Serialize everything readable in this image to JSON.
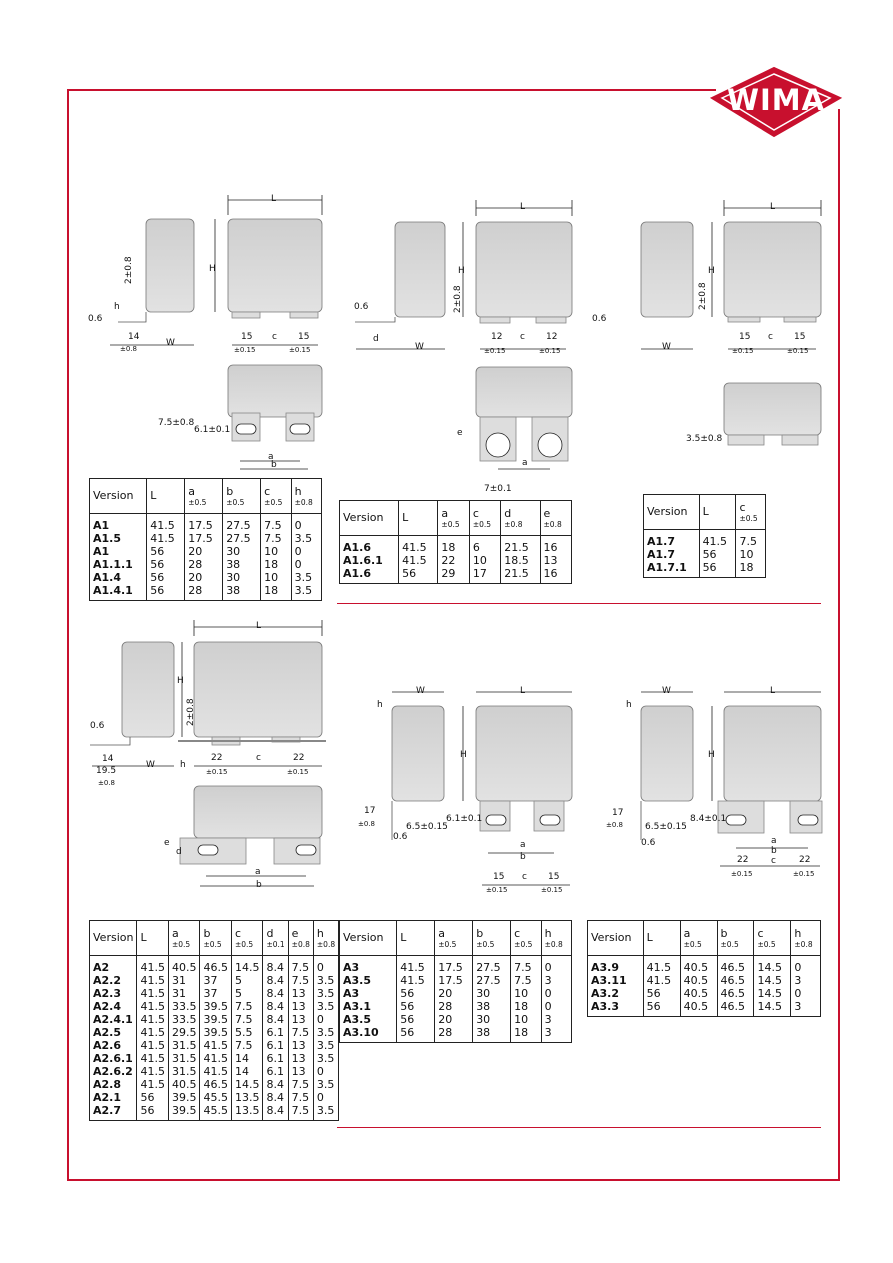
{
  "brand": {
    "name": "WIMA",
    "red": "#c8102e"
  },
  "tables": [
    {
      "headers": [
        {
          "name": "Version",
          "tol": ""
        },
        {
          "name": "L",
          "tol": ""
        },
        {
          "name": "a",
          "tol": "±0.5"
        },
        {
          "name": "b",
          "tol": "±0.5"
        },
        {
          "name": "c",
          "tol": "±0.5"
        },
        {
          "name": "h",
          "tol": "±0.8"
        }
      ],
      "rows": [
        [
          "A1",
          "41.5",
          "17.5",
          "27.5",
          "7.5",
          "0"
        ],
        [
          "A1.5",
          "41.5",
          "17.5",
          "27.5",
          "7.5",
          "3.5"
        ],
        [
          "A1",
          "56",
          "20",
          "30",
          "10",
          "0"
        ],
        [
          "A1.1.1",
          "56",
          "28",
          "38",
          "18",
          "0"
        ],
        [
          "A1.4",
          "56",
          "20",
          "30",
          "10",
          "3.5"
        ],
        [
          "A1.4.1",
          "56",
          "28",
          "38",
          "18",
          "3.5"
        ]
      ]
    },
    {
      "headers": [
        {
          "name": "Version",
          "tol": ""
        },
        {
          "name": "L",
          "tol": ""
        },
        {
          "name": "a",
          "tol": "±0.5"
        },
        {
          "name": "c",
          "tol": "±0.5"
        },
        {
          "name": "d",
          "tol": "±0.8"
        },
        {
          "name": "e",
          "tol": "±0.8"
        }
      ],
      "rows": [
        [
          "A1.6",
          "41.5",
          "18",
          "6",
          "21.5",
          "16"
        ],
        [
          "A1.6.1",
          "41.5",
          "22",
          "10",
          "18.5",
          "13"
        ],
        [
          "A1.6",
          "56",
          "29",
          "17",
          "21.5",
          "16"
        ]
      ]
    },
    {
      "headers": [
        {
          "name": "Version",
          "tol": ""
        },
        {
          "name": "L",
          "tol": ""
        },
        {
          "name": "c",
          "tol": "±0.5"
        }
      ],
      "rows": [
        [
          "A1.7",
          "41.5",
          "7.5"
        ],
        [
          "A1.7",
          "56",
          "10"
        ],
        [
          "A1.7.1",
          "56",
          "18"
        ]
      ]
    },
    {
      "headers": [
        {
          "name": "Version",
          "tol": ""
        },
        {
          "name": "L",
          "tol": ""
        },
        {
          "name": "a",
          "tol": "±0.5"
        },
        {
          "name": "b",
          "tol": "±0.5"
        },
        {
          "name": "c",
          "tol": "±0.5"
        },
        {
          "name": "d",
          "tol": "±0.1"
        },
        {
          "name": "e",
          "tol": "±0.8"
        },
        {
          "name": "h",
          "tol": "±0.8"
        }
      ],
      "rows": [
        [
          "A2",
          "41.5",
          "40.5",
          "46.5",
          "14.5",
          "8.4",
          "7.5",
          "0"
        ],
        [
          "A2.2",
          "41.5",
          "31",
          "37",
          "5",
          "8.4",
          "7.5",
          "3.5"
        ],
        [
          "A2.3",
          "41.5",
          "31",
          "37",
          "5",
          "8.4",
          "13",
          "3.5"
        ],
        [
          "A2.4",
          "41.5",
          "33.5",
          "39.5",
          "7.5",
          "8.4",
          "13",
          "3.5"
        ],
        [
          "A2.4.1",
          "41.5",
          "33.5",
          "39.5",
          "7.5",
          "8.4",
          "13",
          "0"
        ],
        [
          "A2.5",
          "41.5",
          "29.5",
          "39.5",
          "5.5",
          "6.1",
          "7.5",
          "3.5"
        ],
        [
          "A2.6",
          "41.5",
          "31.5",
          "41.5",
          "7.5",
          "6.1",
          "13",
          "3.5"
        ],
        [
          "A2.6.1",
          "41.5",
          "31.5",
          "41.5",
          "14",
          "6.1",
          "13",
          "3.5"
        ],
        [
          "A2.6.2",
          "41.5",
          "31.5",
          "41.5",
          "14",
          "6.1",
          "13",
          "0"
        ],
        [
          "A2.8",
          "41.5",
          "40.5",
          "46.5",
          "14.5",
          "8.4",
          "7.5",
          "3.5"
        ],
        [
          "A2.1",
          "56",
          "39.5",
          "45.5",
          "13.5",
          "8.4",
          "7.5",
          "0"
        ],
        [
          "A2.7",
          "56",
          "39.5",
          "45.5",
          "13.5",
          "8.4",
          "7.5",
          "3.5"
        ]
      ]
    },
    {
      "headers": [
        {
          "name": "Version",
          "tol": ""
        },
        {
          "name": "L",
          "tol": ""
        },
        {
          "name": "a",
          "tol": "±0.5"
        },
        {
          "name": "b",
          "tol": "±0.5"
        },
        {
          "name": "c",
          "tol": "±0.5"
        },
        {
          "name": "h",
          "tol": "±0.8"
        }
      ],
      "rows": [
        [
          "A3",
          "41.5",
          "17.5",
          "27.5",
          "7.5",
          "0"
        ],
        [
          "A3.5",
          "41.5",
          "17.5",
          "27.5",
          "7.5",
          "3"
        ],
        [
          "A3",
          "56",
          "20",
          "30",
          "10",
          "0"
        ],
        [
          "A3.1",
          "56",
          "28",
          "38",
          "18",
          "0"
        ],
        [
          "A3.5",
          "56",
          "20",
          "30",
          "10",
          "3"
        ],
        [
          "A3.10",
          "56",
          "28",
          "38",
          "18",
          "3"
        ]
      ]
    },
    {
      "headers": [
        {
          "name": "Version",
          "tol": ""
        },
        {
          "name": "L",
          "tol": ""
        },
        {
          "name": "a",
          "tol": "±0.5"
        },
        {
          "name": "b",
          "tol": "±0.5"
        },
        {
          "name": "c",
          "tol": "±0.5"
        },
        {
          "name": "h",
          "tol": "±0.8"
        }
      ],
      "rows": [
        [
          "A3.9",
          "41.5",
          "40.5",
          "46.5",
          "14.5",
          "0"
        ],
        [
          "A3.11",
          "41.5",
          "40.5",
          "46.5",
          "14.5",
          "3"
        ],
        [
          "A3.2",
          "56",
          "40.5",
          "46.5",
          "14.5",
          "0"
        ],
        [
          "A3.3",
          "56",
          "40.5",
          "46.5",
          "14.5",
          "3"
        ]
      ]
    }
  ],
  "labels": {
    "L": "L",
    "H": "H",
    "W": "W",
    "h": "h",
    "a": "a",
    "b": "b",
    "c": "c",
    "d": "d",
    "e": "e",
    "d0_6": "0.6",
    "d14": "14",
    "d15": "15",
    "d12": "12",
    "d22": "22",
    "d17": "17",
    "d19_5": "19.5",
    "d2": "2±0.8",
    "d7_5": "7.5±0.8",
    "d6_1": "6.1±0.1",
    "d7": "7±0.1",
    "d3_5": "3.5±0.8",
    "d6_5": "6.5±0.15",
    "d8_4": "8.4±0.1",
    "t015": "±0.15",
    "t08": "±0.8"
  }
}
